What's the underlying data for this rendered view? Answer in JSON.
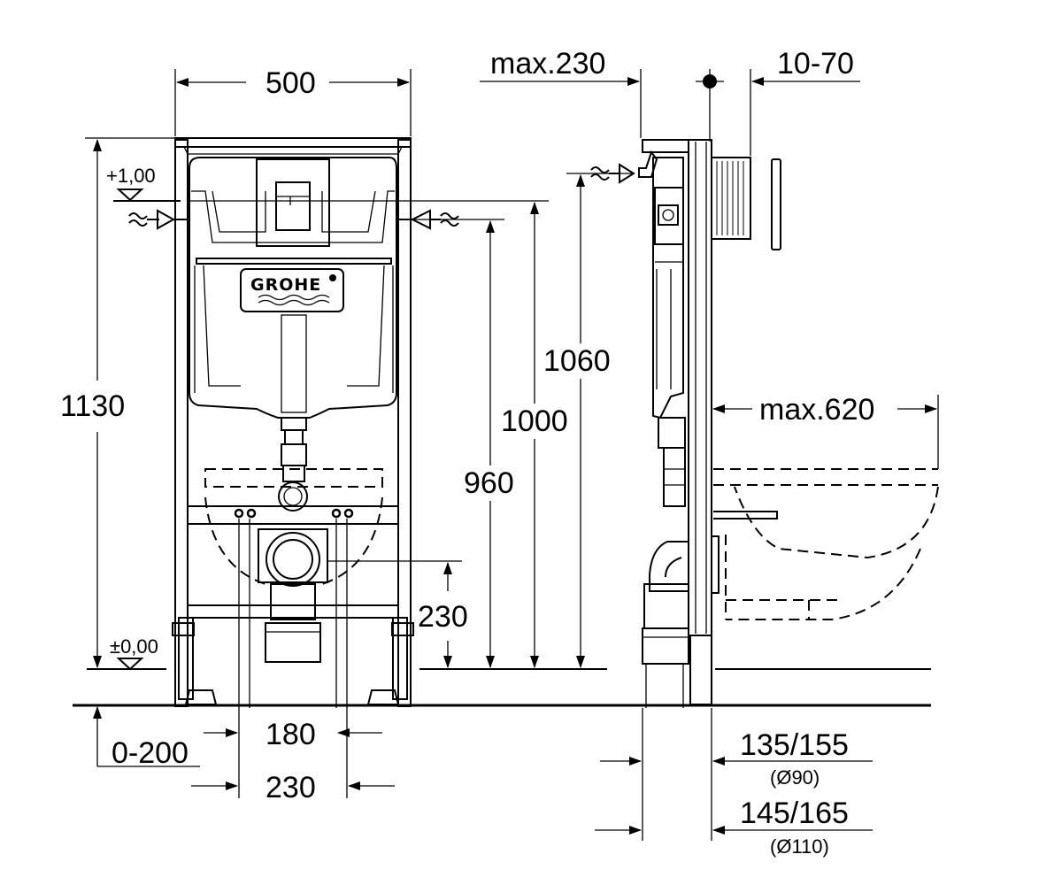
{
  "dimensions": {
    "frame_width": "500",
    "frame_height": "1130",
    "max_depth_top": "max.230",
    "plate_offset": "10-70",
    "flush_pipe_height": "1060",
    "support_height": "1000",
    "inlet_height": "960",
    "outlet_height": "230",
    "max_bowl_projection": "max.620",
    "bolt_spacing_inner": "180",
    "bolt_spacing_outer": "230",
    "foot_adjustment": "0-200",
    "wall_depth_small": "135/155",
    "wall_depth_small_pipe": "(Ø90)",
    "wall_depth_large": "145/165",
    "wall_depth_large_pipe": "(Ø110)"
  },
  "levels": {
    "finished_height": "+1,00",
    "floor_level": "±0,00"
  },
  "brand": {
    "logo": "GROHE"
  }
}
